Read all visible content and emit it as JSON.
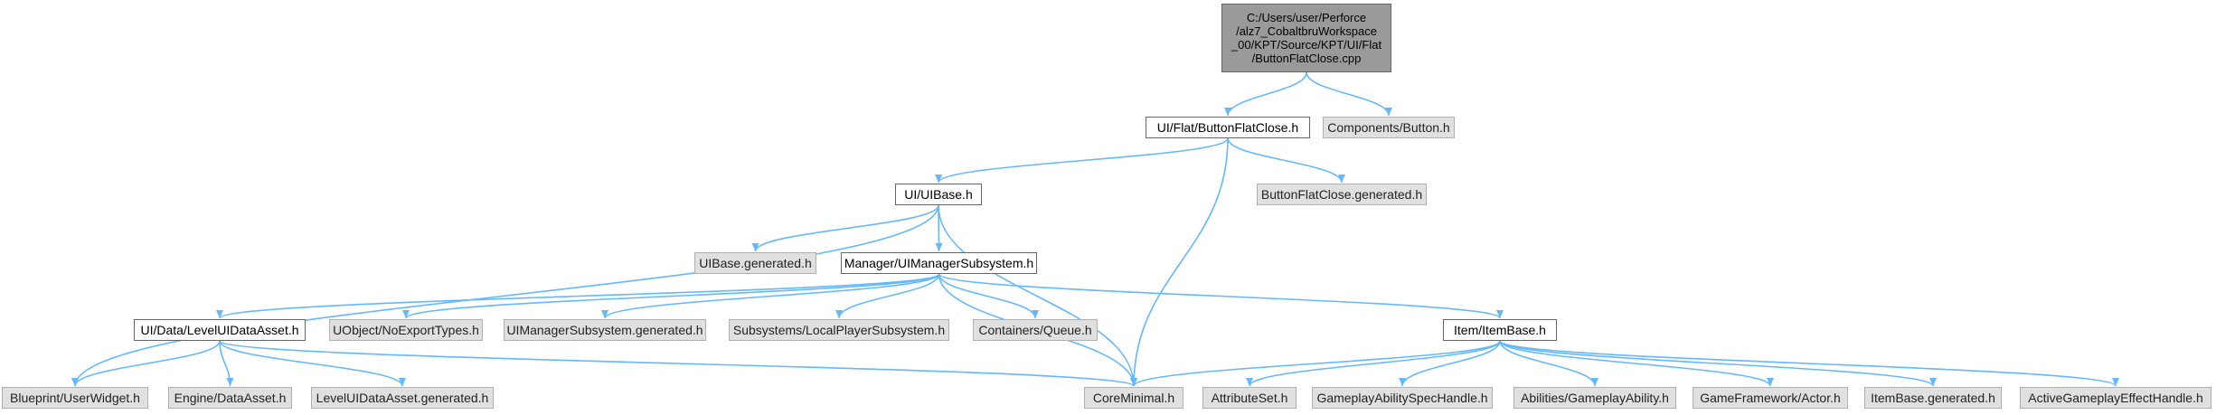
{
  "diagram": {
    "root_label": "C:/Users/user/Perforce\n/alz7_CobaltbruWorkspace\n_00/KPT/Source/KPT/UI/Flat\n/ButtonFlatClose.cpp",
    "nodes": {
      "root": "C:/Users/user/Perforce /alz7_CobaltbruWorkspace _00/KPT/Source/KPT/UI/Flat /ButtonFlatClose.cpp",
      "buttonflatclose_h": "UI/Flat/ButtonFlatClose.h",
      "components_button": "Components/Button.h",
      "uibase_h": "UI/UIBase.h",
      "buttonflatclose_generated": "ButtonFlatClose.generated.h",
      "uibase_generated": "UIBase.generated.h",
      "uimanager_subsystem": "Manager/UIManagerSubsystem.h",
      "leveluidataasset_h": "UI/Data/LevelUIDataAsset.h",
      "uobject_noexporttypes": "UObject/NoExportTypes.h",
      "uimanager_generated": "UIManagerSubsystem.generated.h",
      "localplayer_subsystem": "Subsystems/LocalPlayerSubsystem.h",
      "containers_queue": "Containers/Queue.h",
      "itembase_h": "Item/ItemBase.h",
      "blueprint_userwidget": "Blueprint/UserWidget.h",
      "engine_dataasset": "Engine/DataAsset.h",
      "leveluidataasset_generated": "LevelUIDataAsset.generated.h",
      "coreminimal": "CoreMinimal.h",
      "attributeset": "AttributeSet.h",
      "gameplayabilityspechandle": "GameplayAbilitySpecHandle.h",
      "abilities_gameplayability": "Abilities/GameplayAbility.h",
      "gameframework_actor": "GameFramework/Actor.h",
      "itembase_generated": "ItemBase.generated.h",
      "activegameplayeffecthandle": "ActiveGameplayEffectHandle.h"
    },
    "root_lines": [
      "C:/Users/user/Perforce",
      "/alz7_CobaltbruWorkspace",
      "_00/KPT/Source/KPT/UI/Flat",
      "/ButtonFlatClose.cpp"
    ],
    "edges": [
      [
        "root",
        "buttonflatclose_h"
      ],
      [
        "root",
        "components_button"
      ],
      [
        "buttonflatclose_h",
        "uibase_h"
      ],
      [
        "buttonflatclose_h",
        "buttonflatclose_generated"
      ],
      [
        "buttonflatclose_h",
        "coreminimal"
      ],
      [
        "uibase_h",
        "uibase_generated"
      ],
      [
        "uibase_h",
        "uimanager_subsystem"
      ],
      [
        "uibase_h",
        "blueprint_userwidget"
      ],
      [
        "uibase_h",
        "coreminimal"
      ],
      [
        "uimanager_subsystem",
        "leveluidataasset_h"
      ],
      [
        "uimanager_subsystem",
        "uobject_noexporttypes"
      ],
      [
        "uimanager_subsystem",
        "uimanager_generated"
      ],
      [
        "uimanager_subsystem",
        "localplayer_subsystem"
      ],
      [
        "uimanager_subsystem",
        "containers_queue"
      ],
      [
        "uimanager_subsystem",
        "itembase_h"
      ],
      [
        "uimanager_subsystem",
        "coreminimal"
      ],
      [
        "leveluidataasset_h",
        "blueprint_userwidget"
      ],
      [
        "leveluidataasset_h",
        "engine_dataasset"
      ],
      [
        "leveluidataasset_h",
        "leveluidataasset_generated"
      ],
      [
        "leveluidataasset_h",
        "coreminimal"
      ],
      [
        "itembase_h",
        "coreminimal"
      ],
      [
        "itembase_h",
        "attributeset"
      ],
      [
        "itembase_h",
        "gameplayabilityspechandle"
      ],
      [
        "itembase_h",
        "abilities_gameplayability"
      ],
      [
        "itembase_h",
        "gameframework_actor"
      ],
      [
        "itembase_h",
        "itembase_generated"
      ],
      [
        "itembase_h",
        "activegameplayeffecthandle"
      ]
    ],
    "colors": {
      "edge": "#63b8ff",
      "root_fill": "#9a9a9a",
      "file_fill": "#ffffff",
      "external_fill": "#e0e0e0",
      "file_border": "#666666",
      "external_border": "#b0b0b0"
    }
  }
}
